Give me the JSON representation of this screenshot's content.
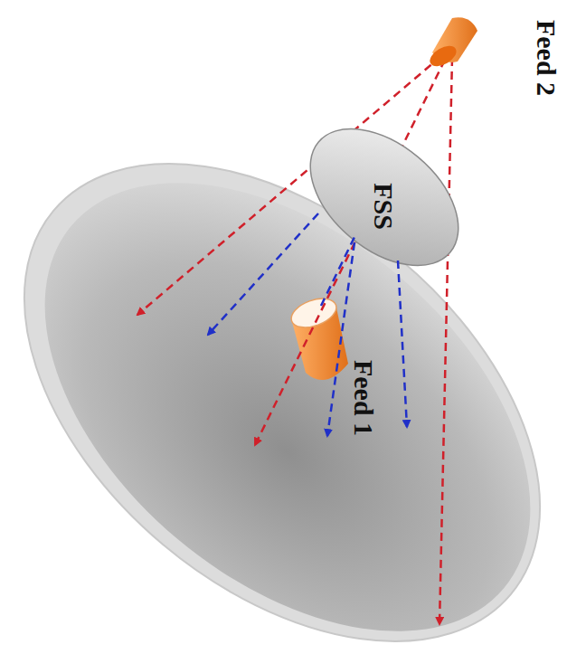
{
  "diagram": {
    "labels": [
      "Feed 2",
      "FSS",
      "Feed 1"
    ]
  }
}
